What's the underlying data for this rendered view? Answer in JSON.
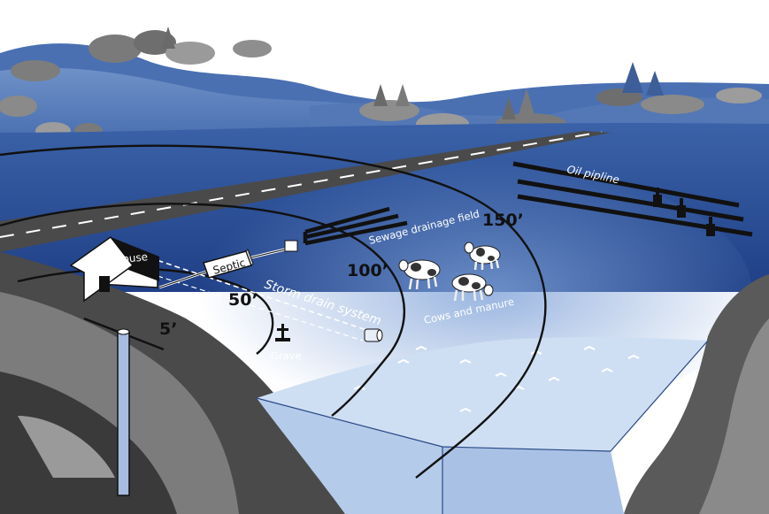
{
  "labels": {
    "house": "House",
    "septic": "Septic",
    "storm_drain": "Storm drain system",
    "sewage_field": "Sewage drainage field",
    "cows": "Cows and manure",
    "grave": "Grave",
    "oil_pipeline": "Oil pipline"
  },
  "distances": {
    "d5": "5’",
    "d50": "50’",
    "d100": "100’",
    "d150": "150’"
  },
  "colors": {
    "sky": "#ffffff",
    "hill_far": "#3f66a8",
    "land": "#2f56a0",
    "land_light": "#5d82c0",
    "water": "#b9cdea",
    "rock": "#3c3c3c",
    "rock_light": "#8e8e8e",
    "road": "#4a4a4a",
    "rings": "#111111"
  }
}
